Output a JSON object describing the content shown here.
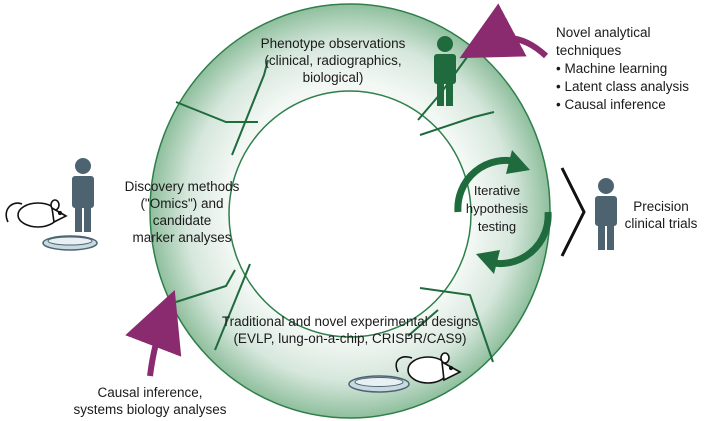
{
  "phenotype": {
    "lines": [
      "Phenotype observations",
      "(clinical, radiographics,",
      "biological)"
    ]
  },
  "discovery": {
    "lines": [
      "Discovery methods",
      "(\"Omics\") and candidate",
      "marker analyses"
    ]
  },
  "iterative": {
    "lines": [
      "Iterative",
      "hypothesis",
      "testing"
    ]
  },
  "precision": {
    "lines": [
      "Precision",
      "clinical trials"
    ]
  },
  "experimental": {
    "lines": [
      "Traditional and novel experimental designs",
      "(EVLP, lung-on-a-chip, CRISPR/CAS9)"
    ]
  },
  "causal": {
    "lines": [
      "Causal inference,",
      "systems biology analyses"
    ]
  },
  "techniques": {
    "heading": "Novel analytical techniques",
    "items": [
      "Machine learning",
      "Latent class analysis",
      "Causal inference"
    ]
  },
  "colors": {
    "ring_fill": "#d6e7dc",
    "ring_edge": "#2e7f4b",
    "person_dark_green": "#1f6b3d",
    "person_slate": "#4d6470",
    "arrow_purple": "#8a2b6f",
    "cycle_green": "#1f6b3d"
  },
  "icons": [
    "person-icon",
    "mouse-icon",
    "petri-dish-icon",
    "cycle-arrows-icon",
    "chevron-icon",
    "curved-arrow-icon"
  ]
}
